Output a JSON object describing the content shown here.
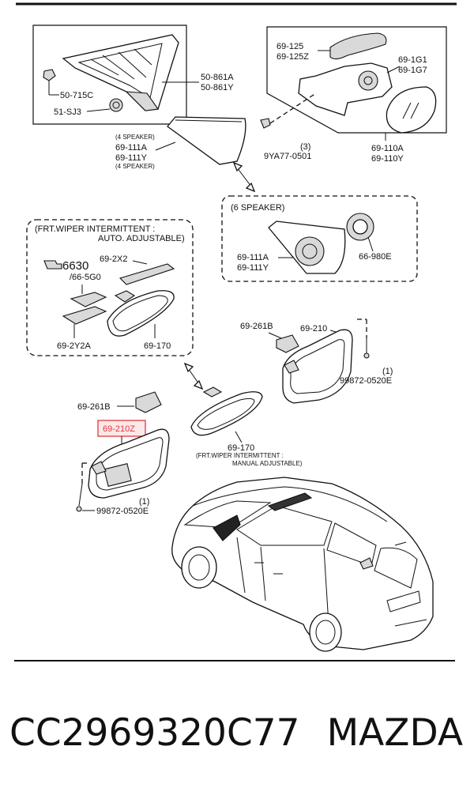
{
  "labels": {
    "l_50_715c": "50-715C",
    "l_51_sj3": "51-SJ3",
    "l_50_861a": "50-861A",
    "l_50_861y": "50-861Y",
    "l_69_125": "69-125",
    "l_69_125z": "69-125Z",
    "l_69_1g1": "69-1G1",
    "l_69_1g7": "69-1G7",
    "l_9ya77": "9YA77-0501",
    "l_9ya77_qty": "(3)",
    "l_69_110a": "69-110A",
    "l_69_110y": "69-110Y",
    "l_4spk_top": "(4 SPEAKER)",
    "l_69_111a_top": "69-111A",
    "l_69_111y_top": "69-111Y",
    "l_4spk_bot": "(4 SPEAKER)",
    "l_6spk": "(6 SPEAKER)",
    "l_69_111a_6": "69-111A",
    "l_69_111y_6": "69-111Y",
    "l_66_980e": "66-980E",
    "l_frt_auto_1": "(FRT.WIPER INTERMITTENT :",
    "l_frt_auto_2": "AUTO. ADJUSTABLE)",
    "l_6630": "6630",
    "l_665g0": "/66-5G0",
    "l_69_2x2": "69-2X2",
    "l_69_2y2a": "69-2Y2A",
    "l_69_170_auto": "69-170",
    "l_69_261b_r": "69-261B",
    "l_69_210": "69-210",
    "l_99872_r_qty": "(1)",
    "l_99872_r": "99872-0520E",
    "l_69_261b_l": "69-261B",
    "l_69_210z": "69-210Z",
    "l_69_170_man": "69-170",
    "l_frt_man_1": "(FRT.WIPER INTERMITTENT :",
    "l_frt_man_2": "MANUAL ADJUSTABLE)",
    "l_99872_l_qty": "(1)",
    "l_99872_l": "99872-0520E"
  },
  "footer": {
    "part_number": "CC2969320C77",
    "brand": "MAZDA"
  },
  "colors": {
    "highlight": "#e0393e",
    "highlight_fill": "#fde8e8",
    "ink": "#111111"
  }
}
